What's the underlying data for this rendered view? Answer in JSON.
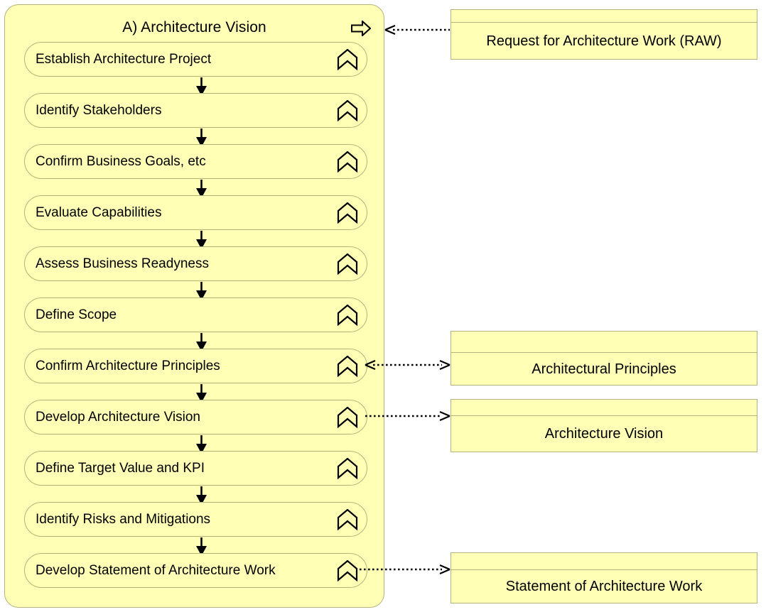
{
  "diagram": {
    "title": "A) Architecture Vision",
    "type": "archimate-business-process-flow",
    "colors": {
      "fill": "#ffffb5",
      "border": "#b3b37d",
      "line": "#000000",
      "text": "#000000",
      "background": "#ffffff"
    }
  },
  "group": {
    "title": "A) Architecture Vision",
    "icon": "business-process-arrow-icon",
    "steps": [
      {
        "label": "Establish Architecture Project",
        "icon": "process-chevron-icon"
      },
      {
        "label": "Identify Stakeholders",
        "icon": "process-chevron-icon"
      },
      {
        "label": "Confirm Business Goals, etc",
        "icon": "process-chevron-icon"
      },
      {
        "label": "Evaluate Capabilities",
        "icon": "process-chevron-icon"
      },
      {
        "label": "Assess Business Readyness",
        "icon": "process-chevron-icon"
      },
      {
        "label": "Define Scope",
        "icon": "process-chevron-icon"
      },
      {
        "label": "Confirm Architecture Principles",
        "icon": "process-chevron-icon"
      },
      {
        "label": "Develop Architecture Vision",
        "icon": "process-chevron-icon"
      },
      {
        "label": "Define Target Value and KPI",
        "icon": "process-chevron-icon"
      },
      {
        "label": "Identify Risks and Mitigations",
        "icon": "process-chevron-icon"
      },
      {
        "label": "Develop Statement of Architecture Work",
        "icon": "process-chevron-icon"
      }
    ]
  },
  "deliverables": [
    {
      "label": "Request for Architecture Work (RAW)"
    },
    {
      "label": "Architectural Principles"
    },
    {
      "label": "Architecture Vision"
    },
    {
      "label": "Statement of Architecture Work"
    }
  ],
  "connectors": [
    {
      "from": "Request for Architecture Work (RAW)",
      "to": "A) Architecture Vision",
      "style": "dotted",
      "direction": "left"
    },
    {
      "from": "Confirm Architecture Principles",
      "to": "Architectural Principles",
      "style": "dotted",
      "direction": "both"
    },
    {
      "from": "Develop Architecture Vision",
      "to": "Architecture Vision",
      "style": "dotted",
      "direction": "right"
    },
    {
      "from": "Develop Statement of Architecture Work",
      "to": "Statement of Architecture Work",
      "style": "dotted",
      "direction": "right"
    }
  ]
}
